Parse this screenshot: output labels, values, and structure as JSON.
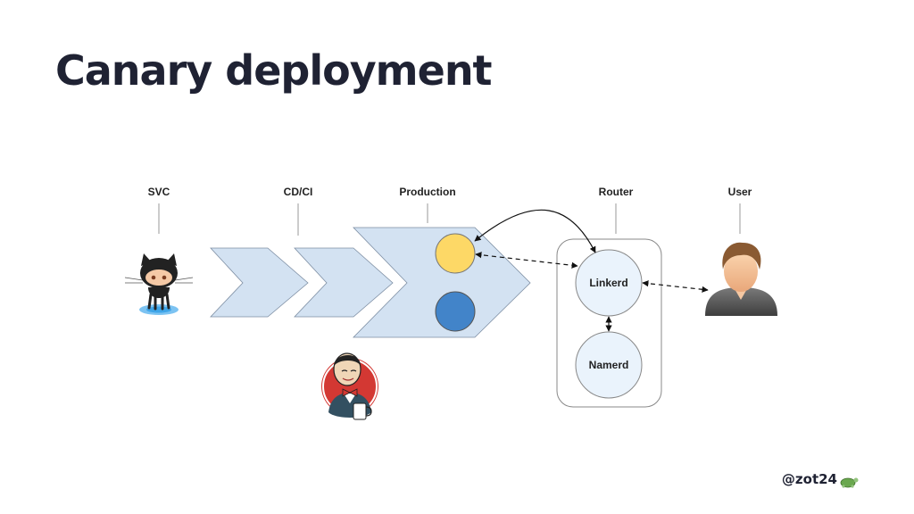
{
  "title": "Canary deployment",
  "columns": {
    "svc": "SVC",
    "cdci": "CD/CI",
    "production": "Production",
    "router": "Router",
    "user": "User"
  },
  "nodes": {
    "linkerd": "Linkerd",
    "namerd": "Namerd"
  },
  "handle": "@zot24",
  "icons": {
    "svc": "github-octocat-icon",
    "cdci": "jenkins-butler-icon",
    "user": "user-avatar-icon",
    "handle": "turtle-icon"
  },
  "colors": {
    "arrow_fill": "#d3e2f2",
    "canary_instance": "#fdd866",
    "stable_instance": "#4284c9",
    "router_node": "#eaf3fc",
    "title": "#1f2233"
  }
}
